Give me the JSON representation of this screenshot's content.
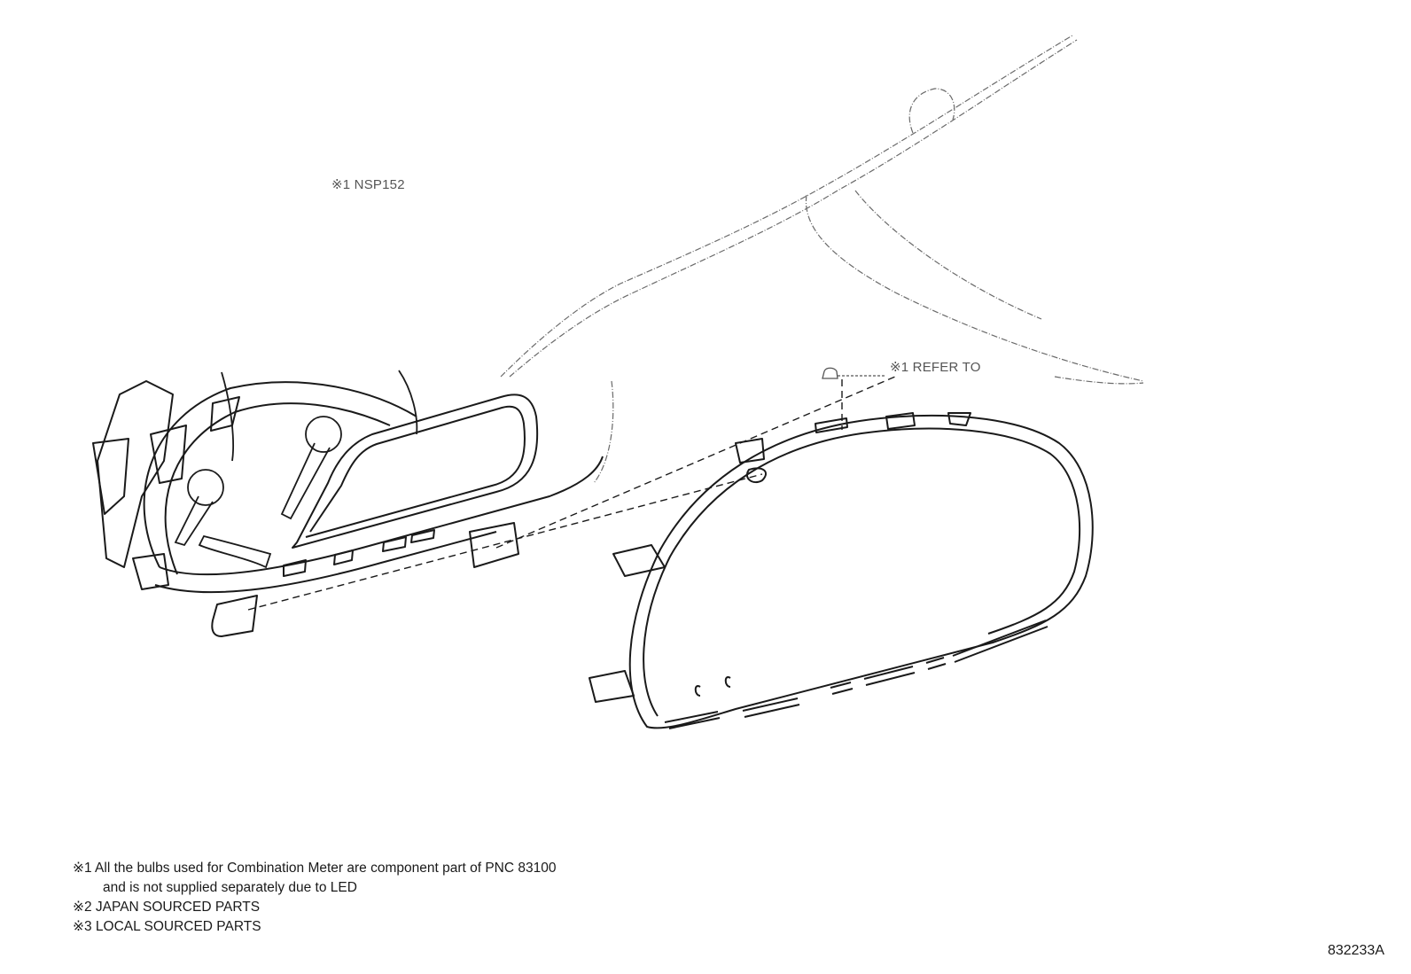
{
  "callouts": {
    "model_note": "※1  NSP152",
    "refer_note": "※1 REFER TO"
  },
  "notes": [
    {
      "line1": "※1  All the bulbs used for Combination Meter are component part of PNC 83100",
      "line2": "and is not supplied separately due to LED"
    },
    {
      "line1": "※2 JAPAN SOURCED PARTS"
    },
    {
      "line1": "※3 LOCAL SOURCED PARTS"
    }
  ],
  "illustration_code": "832233A",
  "colors": {
    "line": "#1a1a1a",
    "faint_line": "#6a6a6a",
    "background": "#ffffff"
  }
}
